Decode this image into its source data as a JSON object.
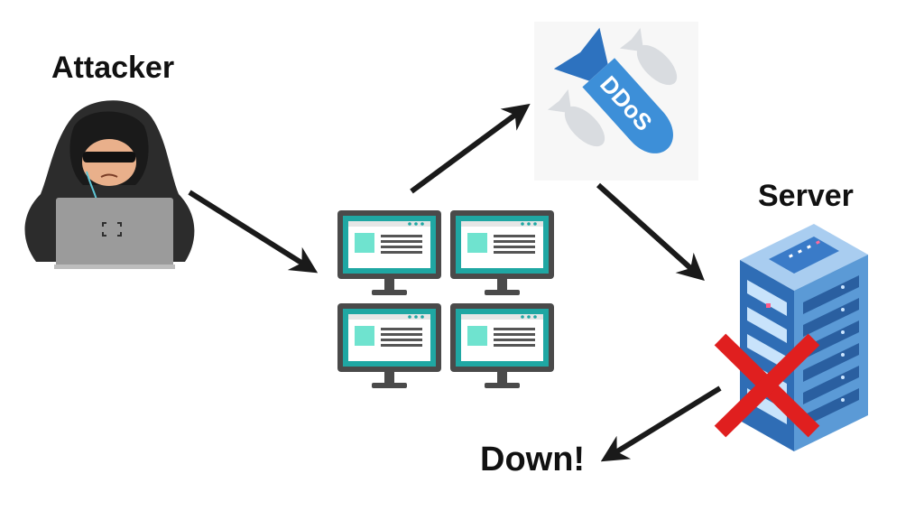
{
  "labels": {
    "attacker": "Attacker",
    "server": "Server",
    "down": "Down!",
    "ddos": "DDoS"
  },
  "colors": {
    "arrow": "#1a1a1a",
    "monitor_frame": "#4a4a4a",
    "monitor_screen": "#1fa7a3",
    "window_bg": "#ffffff",
    "window_thumb": "#6fe3cf",
    "bomb_blue": "#3d8fd8",
    "bomb_light": "#d9dce0",
    "server_blue": "#5b9ad6",
    "server_dark": "#2f6db5",
    "cross_red": "#e01f1f",
    "hood": "#2c2c2c",
    "laptop": "#9b9b9b"
  },
  "icons": [
    "attacker-hacker-icon",
    "laptop-icon",
    "botnet-computers-icon",
    "ddos-bomb-icon",
    "server-rack-icon",
    "red-cross-icon"
  ]
}
